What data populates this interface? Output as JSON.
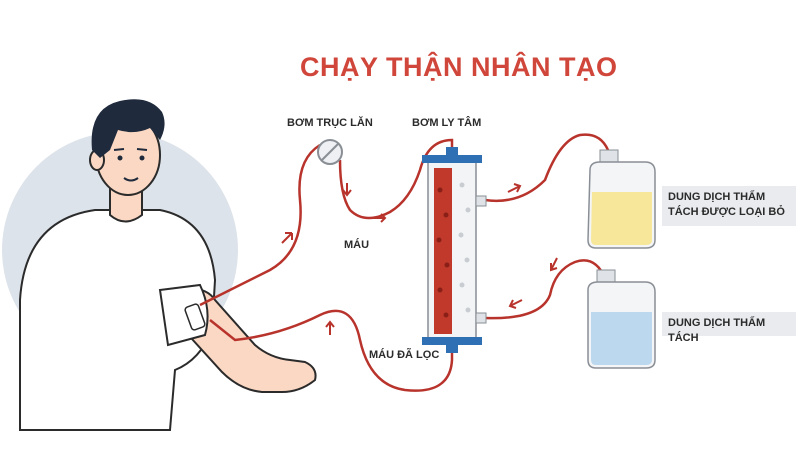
{
  "title": "CHẠY THẬN NHÂN TẠO",
  "labels": {
    "roller_pump": "BƠM TRỤC LĂN",
    "centrifugal_pump": "BƠM LY TÂM",
    "blood": "MÁU",
    "filtered_blood": "MÁU ĐÃ LỌC",
    "used_dialysate_line1": "DUNG DỊCH THẨM",
    "used_dialysate_line2": "TÁCH ĐƯỢC LOẠI BỎ",
    "dialysate": "DUNG DỊCH THẨM TÁCH"
  },
  "colors": {
    "title": "#d0463a",
    "tube": "#b8332b",
    "circle_bg": "#dde3ea",
    "dialyzer_blue": "#2f6fb3",
    "used_fluid": "#f7e79a",
    "fresh_fluid": "#bcd8ee",
    "skin": "#fbd8c3",
    "hair": "#1f2a3c",
    "label_box": "#e9ebee"
  },
  "icons": {
    "patient": "person-illustration",
    "pump": "roller-pump-icon",
    "filter": "dialyzer-icon",
    "container_top": "used-dialysate-jug-icon",
    "container_bottom": "fresh-dialysate-jug-icon"
  }
}
